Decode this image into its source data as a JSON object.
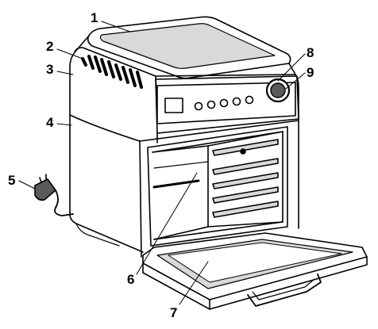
{
  "diagram": {
    "callouts": [
      {
        "id": "1",
        "label": "1"
      },
      {
        "id": "2",
        "label": "2"
      },
      {
        "id": "3",
        "label": "3"
      },
      {
        "id": "4",
        "label": "4"
      },
      {
        "id": "5",
        "label": "5"
      },
      {
        "id": "6",
        "label": "6"
      },
      {
        "id": "7",
        "label": "7"
      },
      {
        "id": "8",
        "label": "8"
      },
      {
        "id": "9",
        "label": "9"
      }
    ],
    "colors": {
      "line": "#000000",
      "shade": "#d9d9d9",
      "dark_shade": "#5a5a5a",
      "background": "#ffffff"
    }
  }
}
